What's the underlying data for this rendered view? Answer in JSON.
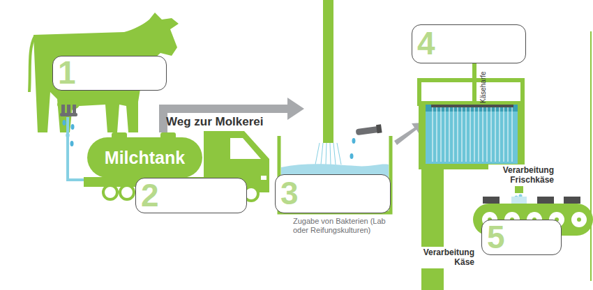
{
  "diagram": {
    "nodes": [
      {
        "text": [
          "1"
        ]
      },
      {
        "text": [
          "Milchtank"
        ]
      },
      {
        "text": [
          "2"
        ]
      },
      {
        "text": [
          "3"
        ]
      },
      {
        "text": [
          "4"
        ]
      },
      {
        "text": [
          "5"
        ]
      }
    ],
    "labels": [
      "Weg zur Molkerei",
      "Zugabe von Bakterien (Lab oder Reifungskulturen)",
      "Käseharfe",
      "Verarbeitung Frischkäse",
      "Verarbeitung Käse"
    ]
  }
}
